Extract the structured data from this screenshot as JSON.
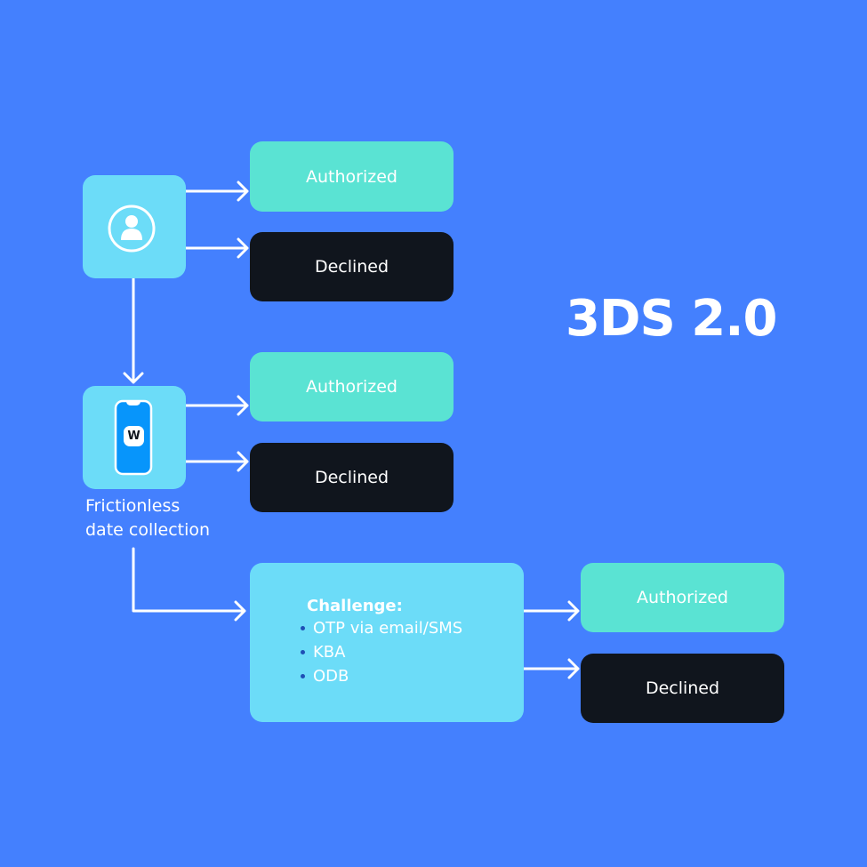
{
  "title": "3DS 2.0",
  "colors": {
    "background": "#4480fe",
    "node": "#6cdcf8",
    "authorized": "#5ae3d3",
    "declined": "#10151d",
    "phone": "#0795fb"
  },
  "stage1": {
    "icon": "user-icon",
    "outcomes": {
      "authorized": "Authorized",
      "declined": "Declined"
    }
  },
  "stage2": {
    "icon": "phone-icon",
    "app_badge": "W",
    "caption_line1": "Frictionless",
    "caption_line2": "date collection",
    "outcomes": {
      "authorized": "Authorized",
      "declined": "Declined"
    }
  },
  "stage3": {
    "heading": "Challenge:",
    "items": [
      "OTP via email/SMS",
      "KBA",
      "ODB"
    ],
    "outcomes": {
      "authorized": "Authorized",
      "declined": "Declined"
    }
  }
}
